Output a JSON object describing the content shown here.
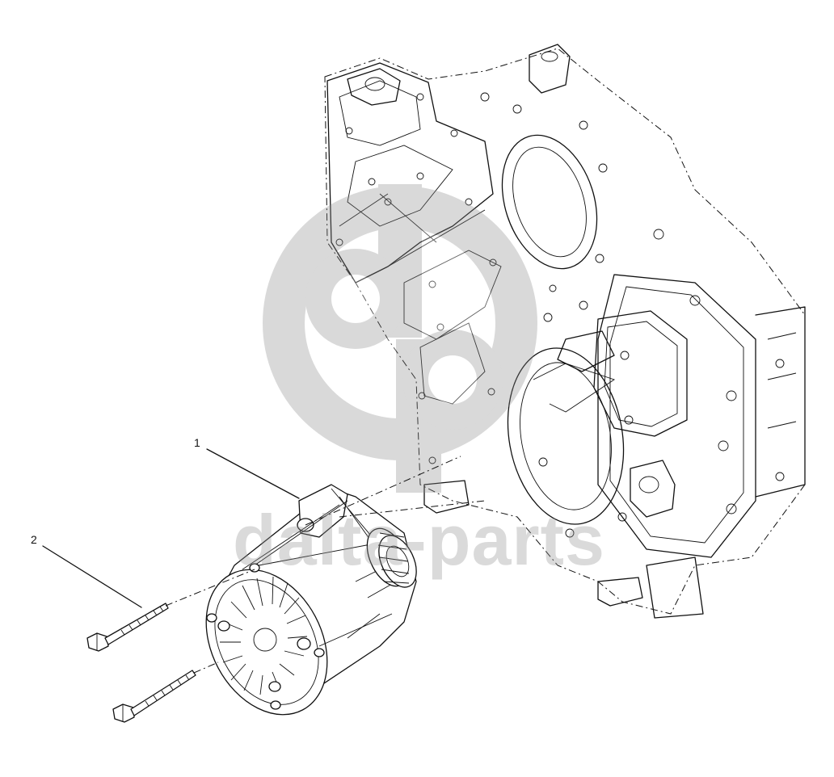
{
  "callouts": [
    {
      "id": "1",
      "label": "1",
      "part": "alternator"
    },
    {
      "id": "2",
      "label": "2",
      "part": "bolt"
    }
  ],
  "watermark": {
    "logo": "dp-logo",
    "text": "dalta-parts",
    "color": "#969696"
  },
  "line_color": "#111111",
  "background": "#ffffff"
}
